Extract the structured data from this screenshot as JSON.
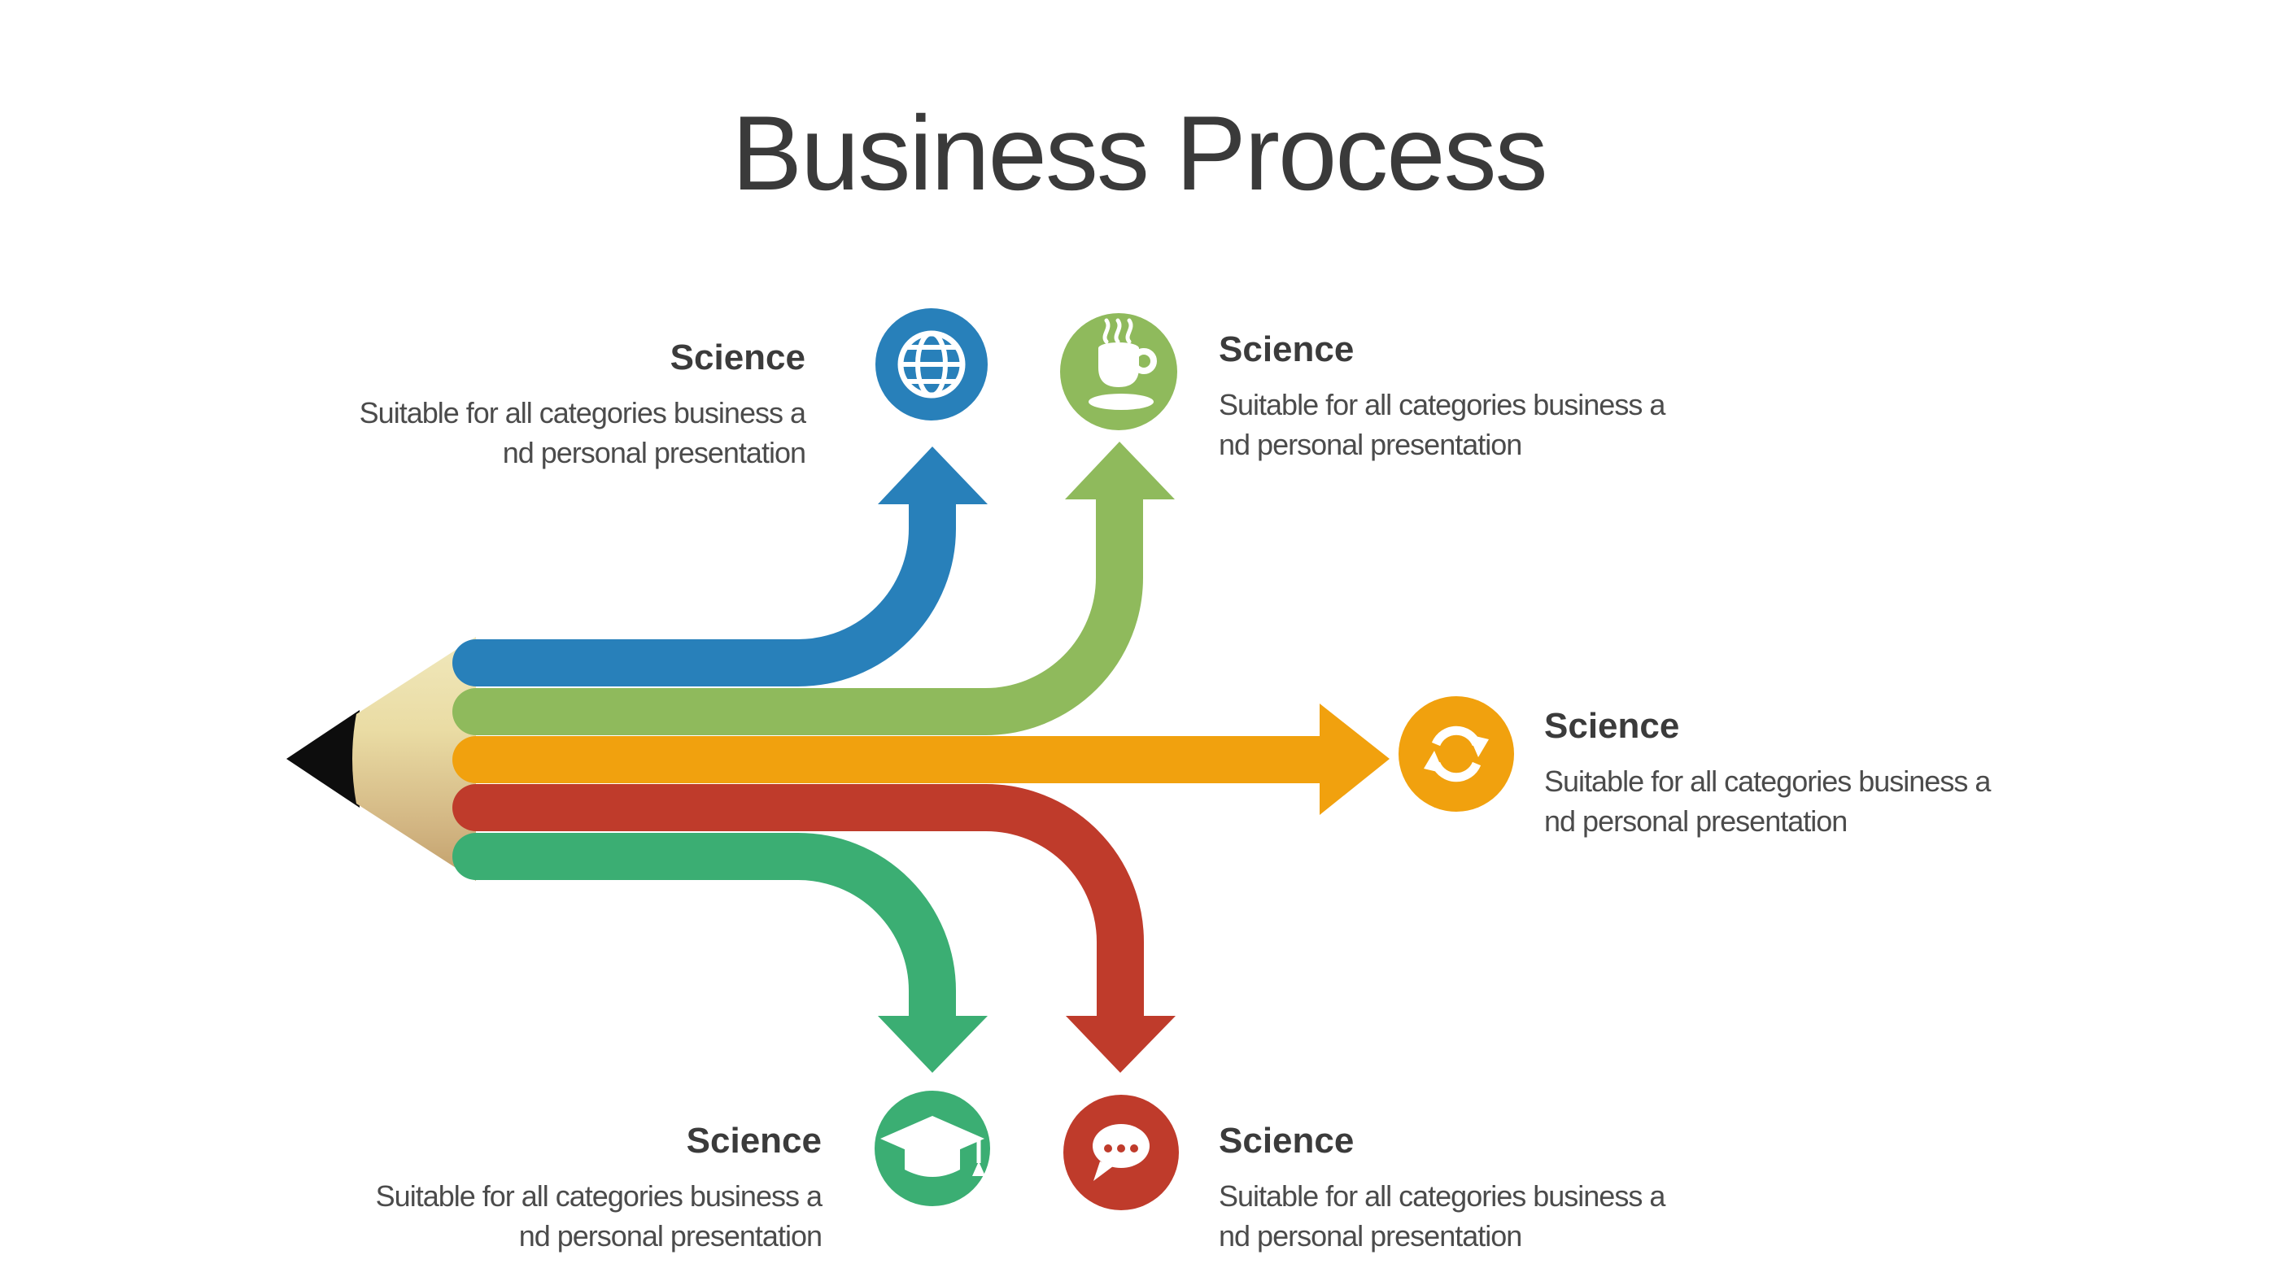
{
  "title": "Business Process",
  "pencil": {
    "tip_color": "#0d0d0d",
    "wood_light": "#F0E8BC",
    "wood_mid": "#EADCA4",
    "wood_shade": "#D2B582",
    "wood_dark": "#C19F6B"
  },
  "branches": [
    {
      "name": "web",
      "icon": "globe-icon",
      "color": "#2880BA",
      "heading": "Science",
      "desc1": "Suitable for all categories business a",
      "desc2": "nd personal presentation"
    },
    {
      "name": "coffee",
      "icon": "coffee-cup-icon",
      "color": "#8FBA5C",
      "heading": "Science",
      "desc1": "Suitable for all categories business a",
      "desc2": "nd personal presentation"
    },
    {
      "name": "sync",
      "icon": "sync-arrows-icon",
      "color": "#F1A10E",
      "heading": "Science",
      "desc1": "Suitable for all categories business a",
      "desc2": "nd personal presentation"
    },
    {
      "name": "education",
      "icon": "graduation-cap-icon",
      "color": "#3BAE73",
      "heading": "Science",
      "desc1": "Suitable for all categories business a",
      "desc2": "nd personal presentation"
    },
    {
      "name": "chat",
      "icon": "chat-bubble-icon",
      "color": "#BF3B2B",
      "heading": "Science",
      "desc1": "Suitable for all categories business a",
      "desc2": "nd personal presentation"
    }
  ]
}
